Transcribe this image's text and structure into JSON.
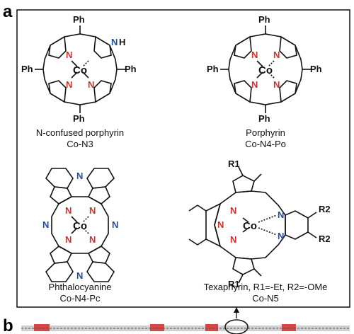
{
  "panel_a": "a",
  "panel_b": "b",
  "atoms": {
    "n": "N",
    "co": "Co",
    "nh": "H",
    "ph": "Ph",
    "r1": "R1",
    "r2": "R2"
  },
  "colors": {
    "nitrogen_red": "#d0312d",
    "nitrogen_blue": "#1f4e9c",
    "bond": "#111111",
    "strip": "#d64545"
  },
  "molecules": [
    {
      "name": "N-confused porphyrin",
      "code": "Co-N3"
    },
    {
      "name": "Porphyrin",
      "code": "Co-N4-Po"
    },
    {
      "name": "Phthalocyanine",
      "code": "Co-N4-Pc"
    },
    {
      "name": "Texaphyrin, R1=-Et, R2=-OMe",
      "code": "Co-N5"
    }
  ]
}
